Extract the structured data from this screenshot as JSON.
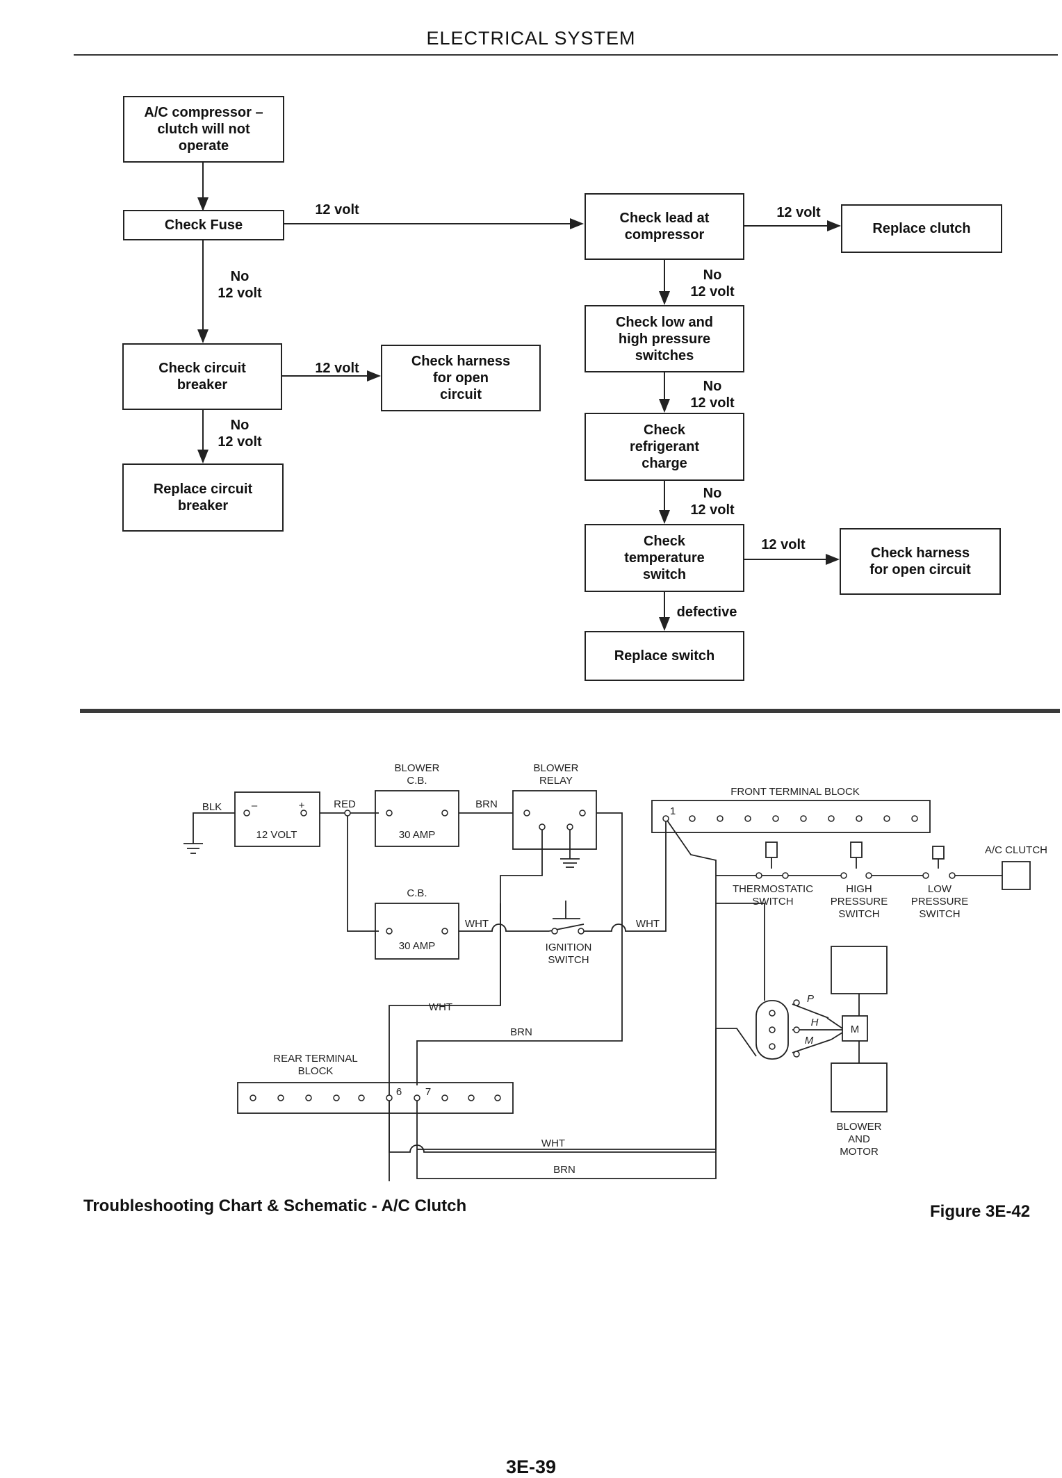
{
  "header": {
    "title": "ELECTRICAL SYSTEM"
  },
  "flowchart": {
    "boxes": {
      "start": "A/C compressor –\nclutch will not\noperate",
      "check_fuse": "Check Fuse",
      "check_breaker": "Check circuit\nbreaker",
      "check_harness_left": "Check harness\nfor open\ncircuit",
      "replace_breaker": "Replace circuit\nbreaker",
      "check_lead": "Check lead at\ncompressor",
      "replace_clutch": "Replace clutch",
      "check_switches": "Check low and\nhigh pressure\nswitches",
      "check_refrigerant": "Check\nrefrigerant\ncharge",
      "check_temp_switch": "Check\ntemperature\nswitch",
      "check_harness_right": "Check harness\nfor open circuit",
      "replace_switch": "Replace switch"
    },
    "edge_labels": {
      "twelve_volt": "12 volt",
      "no_twelve_volt": "No\n12 volt",
      "defective": "defective"
    }
  },
  "schematic": {
    "labels": {
      "blk": "BLK",
      "red": "RED",
      "brn": "BRN",
      "wht": "WHT",
      "battery_minus": "–",
      "battery_plus": "+",
      "battery": "12 VOLT",
      "blower_cb": "BLOWER\nC.B.",
      "blower_cb_rating": "30 AMP",
      "blower_relay": "BLOWER\nRELAY",
      "cb": "C.B.",
      "cb_rating": "30 AMP",
      "ignition_switch": "IGNITION\nSWITCH",
      "front_terminal_block": "FRONT TERMINAL BLOCK",
      "terminal_1": "1",
      "rear_terminal_block": "REAR TERMINAL\nBLOCK",
      "terminal_6": "6",
      "terminal_7": "7",
      "thermostatic_switch": "THERMOSTATIC\nSWITCH",
      "high_pressure_switch": "HIGH\nPRESSURE\nSWITCH",
      "low_pressure_switch": "LOW\nPRESSURE\nSWITCH",
      "ac_clutch": "A/C CLUTCH",
      "blower_and_motor": "BLOWER\nAND\nMOTOR",
      "motor": "M",
      "speed_p": "P",
      "speed_h": "H",
      "speed_m": "M"
    }
  },
  "footer": {
    "caption": "Troubleshooting Chart &  Schematic - A/C Clutch",
    "figure": "Figure 3E-42",
    "page_number": "3E-39"
  }
}
